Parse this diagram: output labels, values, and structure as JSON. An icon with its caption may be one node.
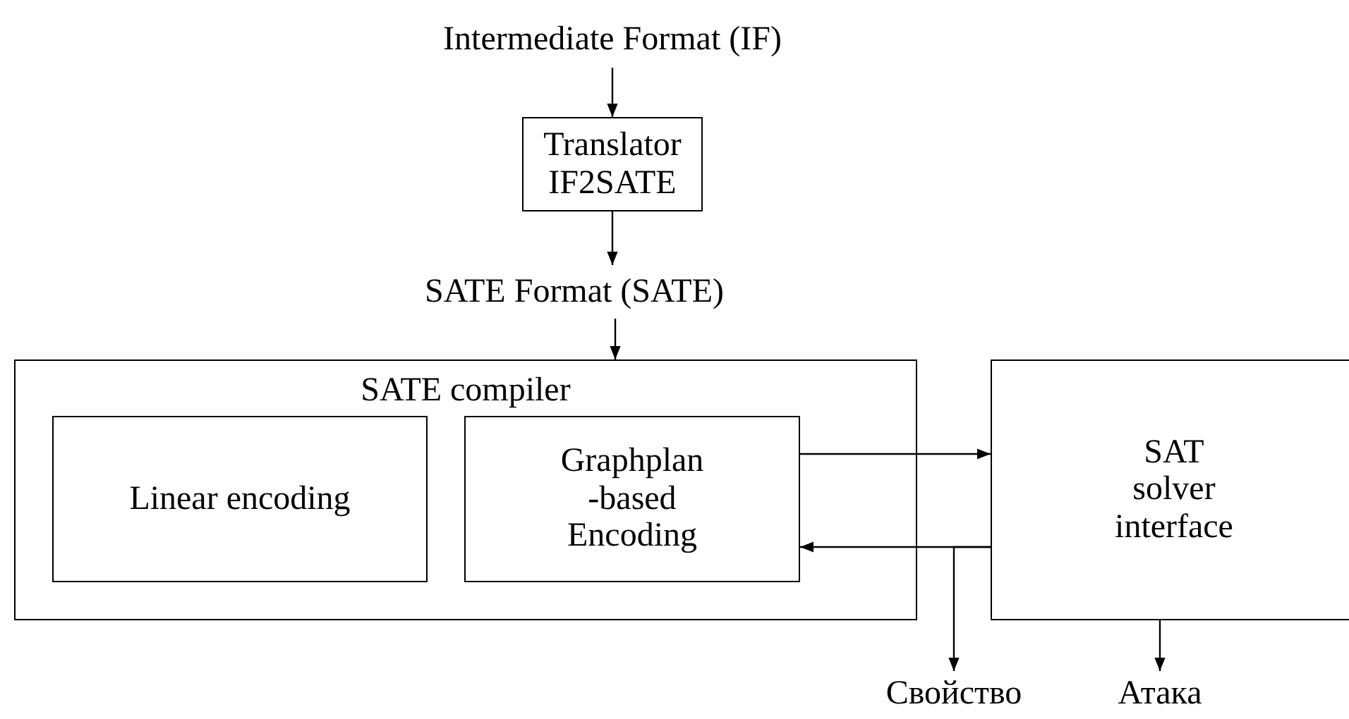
{
  "diagram": {
    "nodes": [
      {
        "text": [
          "Intermediate Format (IF)"
        ]
      },
      {
        "text": [
          "Translator IF2SATE"
        ]
      },
      {
        "text": [
          "SATE Format (SATE)"
        ]
      },
      {
        "text": [
          "SATE compiler"
        ]
      },
      {
        "text": [
          "Linear encoding"
        ],
        "in": 3
      },
      {
        "text": [
          "Graphplan -based Encoding"
        ],
        "in": 3
      },
      {
        "text": [
          "SAT solver interface"
        ]
      },
      {
        "text": [
          "Свойство"
        ]
      },
      {
        "text": [
          "Атака"
        ]
      }
    ],
    "edges": [
      {
        "from": 0,
        "to": 1,
        "arrow": "to"
      },
      {
        "from": 1,
        "to": 2,
        "arrow": "to"
      },
      {
        "from": 2,
        "to": 3,
        "arrow": "to"
      },
      {
        "from": 5,
        "to": 6,
        "arrow": "to"
      },
      {
        "from": 6,
        "to": 5,
        "arrow": "to"
      },
      {
        "from": 6,
        "to": 7,
        "arrow": "to"
      },
      {
        "from": 6,
        "to": 8,
        "arrow": "to"
      }
    ]
  }
}
